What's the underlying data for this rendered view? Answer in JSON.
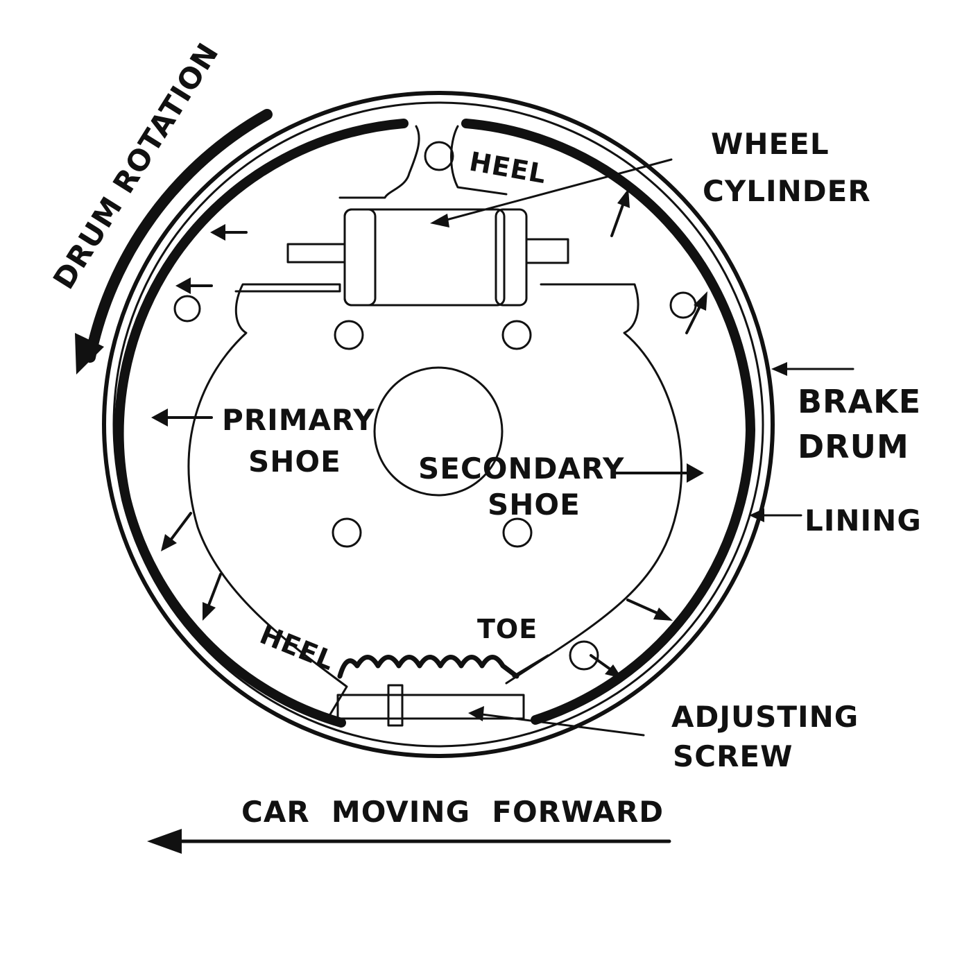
{
  "labels": {
    "drum_rotation": "DRUM ROTATION",
    "heel_top": "HEEL",
    "wheel": "WHEEL",
    "cylinder": "CYLINDER",
    "primary": "PRIMARY",
    "primary_shoe": "SHOE",
    "secondary": "SECONDARY",
    "secondary_shoe": "SHOE",
    "brake": "BRAKE",
    "drum": "DRUM",
    "lining": "LINING",
    "toe": "TOE",
    "heel_bottom": "HEEL",
    "adjusting": "ADJUSTING",
    "screw": "SCREW",
    "car_moving": "CAR  MOVING  FORWARD"
  },
  "colors": {
    "ink": "#111111",
    "paper": "#ffffff"
  }
}
